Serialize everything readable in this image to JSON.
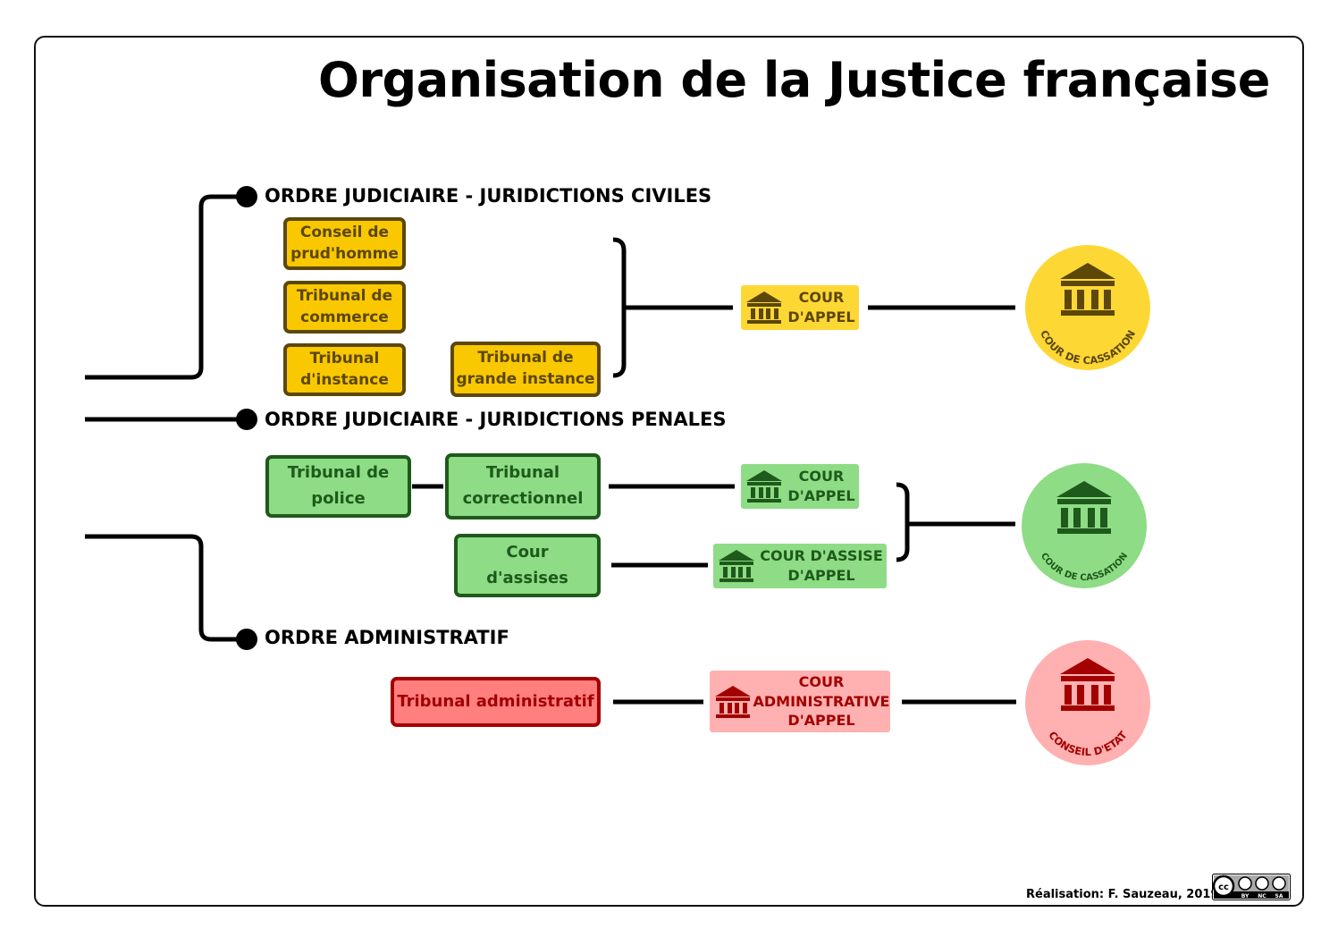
{
  "title": "Organisation de la Justice française",
  "sections": {
    "civil": "ORDRE JUDICIAIRE - JURIDICTIONS CIVILES",
    "penal": "ORDRE JUDICIAIRE - JURIDICTIONS PENALES",
    "admin": "ORDRE ADMINISTRATIF"
  },
  "civil": {
    "courts": {
      "prudhomme": [
        "Conseil de",
        "prud'homme"
      ],
      "commerce": [
        "Tribunal de",
        "commerce"
      ],
      "instance": [
        "Tribunal",
        "d'instance"
      ],
      "grande_instance": [
        "Tribunal de",
        "grande instance"
      ]
    },
    "appel": [
      "COUR",
      "D'APPEL"
    ],
    "cassation": "COUR DE CASSATION"
  },
  "penal": {
    "courts": {
      "police": [
        "Tribunal de",
        "police"
      ],
      "correctionnel": [
        "Tribunal",
        "correctionnel"
      ],
      "assises": [
        "Cour",
        "d'assises"
      ]
    },
    "appel": [
      "COUR",
      "D'APPEL"
    ],
    "assise_appel": [
      "COUR D'ASSISE",
      "D'APPEL"
    ],
    "cassation": "COUR DE CASSATION"
  },
  "admin": {
    "courts": {
      "tribunal": "Tribunal administratif"
    },
    "appel": [
      "COUR",
      "ADMINISTRATIVE",
      "D'APPEL"
    ],
    "conseil": "CONSEIL D'ETAT"
  },
  "credit": "Réalisation: F. Sauzeau, 2019",
  "license": {
    "by": "BY",
    "nc": "NC",
    "sa": "SA"
  },
  "colors": {
    "civil_fill": "#f9c800",
    "civil_dark": "#5c4709",
    "civil_circle": "#fdd835",
    "penal_fill": "#8edc85",
    "penal_dark": "#1e5a1b",
    "admin_fill": "#ff7f7f",
    "admin_dark": "#a30000",
    "admin_circle": "#ffb0b0"
  },
  "icons": [
    "courthouse-icon",
    "cc-license-icon"
  ]
}
